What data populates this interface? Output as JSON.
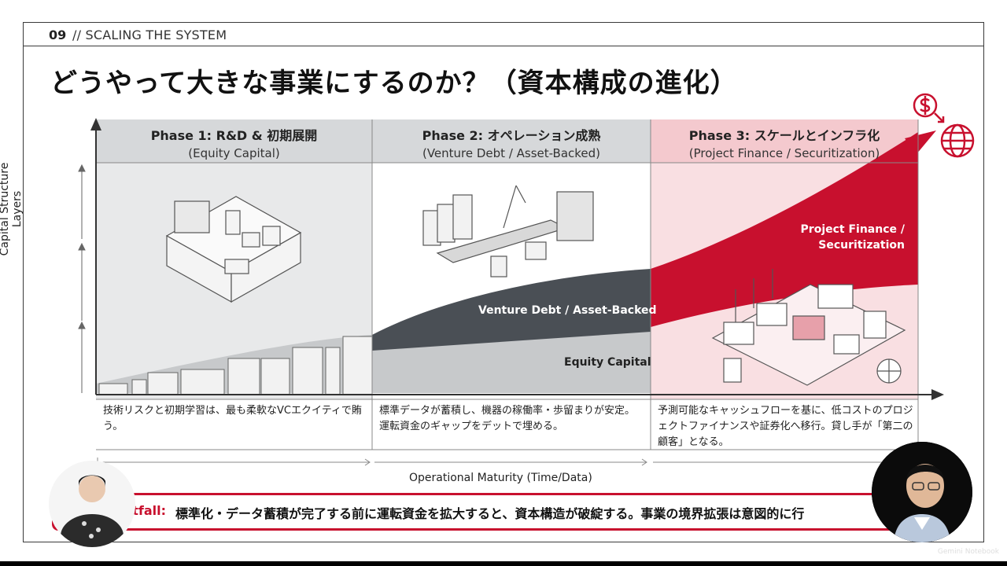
{
  "header": {
    "section_number": "09",
    "section_label": "// SCALING THE SYSTEM"
  },
  "title": "どうやって大きな事業にするのか？（資本構成の進化）",
  "phases": [
    {
      "title": "Phase 1: R&D & 初期展開",
      "subtitle": "(Equity Capital)",
      "description": "技術リスクと初期学習は、最も柔軟なVCエクイティで賄う。"
    },
    {
      "title": "Phase 2: オペレーション成熟",
      "subtitle": "(Venture Debt / Asset-Backed)",
      "description": "標準データが蓄積し、機器の稼働率・歩留まりが安定。運転資金のギャップをデットで埋める。"
    },
    {
      "title": "Phase 3: スケールとインフラ化",
      "subtitle": "(Project Finance / Securitization)",
      "description": "予測可能なキャッシュフローを基に、低コストのプロジェクトファイナンスや証券化へ移行。貸し手が「第二の顧客」となる。"
    }
  ],
  "layers": {
    "venture_debt": "Venture Debt / Asset-Backed",
    "equity": "Equity Capital",
    "project_finance_line1": "Project Finance /",
    "project_finance_line2": "Securitization"
  },
  "axes": {
    "y_label": "Capital Structure Layers",
    "x_label": "Operational Maturity (Time/Data)"
  },
  "pitfall": {
    "label": "Pitfall:",
    "text": "標準化・データ蓄積が完了する前に運転資金を拡大すると、資本構造が破綻する。事業の境界拡張は意図的に行"
  },
  "watermark": "Gemini Notebook",
  "colors": {
    "accent_red": "#c8102e",
    "dark_layer": "#4a4f55",
    "equity_gray": "#c7c9cb",
    "header_gray": "#d6d8da",
    "pink_panel": "#f7d7db"
  },
  "icons": {
    "money_flow": "dollar-circle-arrow-icon",
    "globe": "globe-icon"
  }
}
